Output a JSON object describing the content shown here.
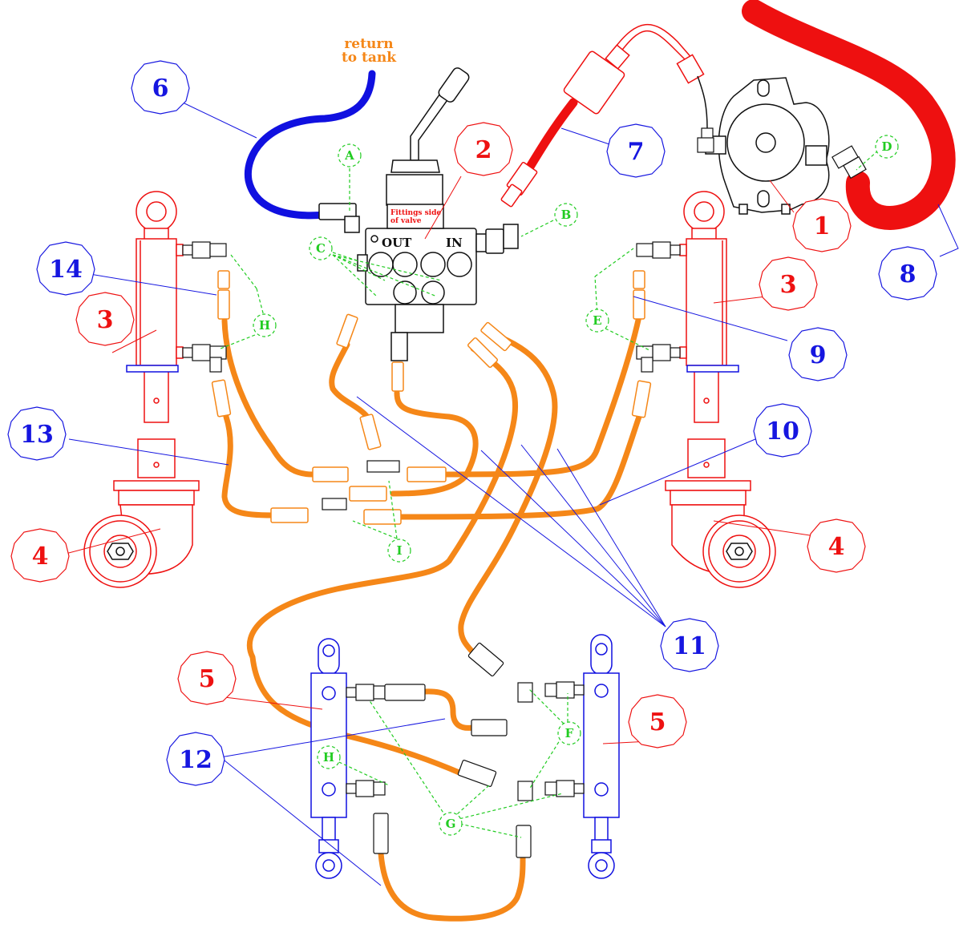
{
  "colors": {
    "blue_hose": "#1010e0",
    "red_hose": "#ee1010",
    "orange_hose": "#f58718",
    "green_letters": "#22cc22",
    "blue_callouts": "#1616e0",
    "red_callouts": "#ee1111",
    "black_lines": "#111111"
  },
  "labels": {
    "return_to_tank_line1": "return",
    "return_to_tank_line2": "to tank",
    "fittings_side_line1": "Fittings side",
    "fittings_side_line2": "of valve",
    "valve_out": "OUT",
    "valve_in": "IN"
  },
  "callouts": {
    "pump": "1",
    "valve": "2",
    "cylinder_left": "3",
    "cylinder_right": "3",
    "caster_left": "4",
    "caster_right": "4",
    "small_cylinder_left": "5",
    "small_cylinder_right": "5",
    "return_hose": "6",
    "pressure_hose": "7",
    "suction_hose": "8",
    "hose_9": "9",
    "hose_10": "10",
    "hoses_11": "11",
    "hoses_12": "12",
    "hose_13": "13",
    "hose_14": "14"
  },
  "letters": {
    "a": "A",
    "b": "B",
    "c": "C",
    "d": "D",
    "e": "E",
    "f": "F",
    "g": "G",
    "h_top": "H",
    "h_bottom": "H",
    "i": "I"
  }
}
